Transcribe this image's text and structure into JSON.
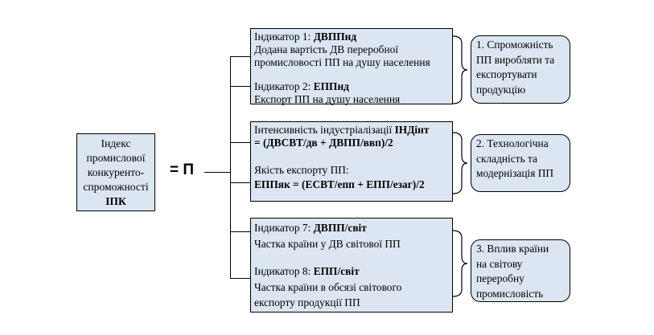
{
  "index": {
    "lines": [
      "Індекс",
      "промислової",
      "конкуренто-",
      "спроможності"
    ],
    "abbr": "ІПК"
  },
  "equals_label": "= П",
  "groups": [
    {
      "items": [
        {
          "prefix": "Індикатор 1: ",
          "code": "ДВППнд",
          "desc_lines": [
            "Додана вартість ДВ переробної",
            "промисловості ПП на душу населення"
          ]
        },
        {
          "prefix": "Індикатор 2: ",
          "code": "ЕППнд",
          "desc_lines": [
            "Експорт ПП на душу населення"
          ]
        }
      ],
      "result_lines": [
        "1. Спроможність",
        "ПП виробляти та",
        "експортувати",
        "продукцію"
      ]
    },
    {
      "items": [
        {
          "prefix": "Інтенсивність індустріалізації ",
          "code": "ІНДінт",
          "formula": "= (ДВСВТ/дв + ДВПП/ввп)/2"
        },
        {
          "prefix": "Якість експорту ПП:",
          "formula": "ЕППяк = (ЕСВТ/епп + ЕПП/езаг)/2"
        }
      ],
      "result_lines": [
        "2. Технологічна",
        "складність та",
        "модернізація ПП"
      ]
    },
    {
      "items": [
        {
          "prefix": "Індикатор 7: ",
          "code": "ДВПП/світ",
          "desc_lines": [
            "Частка країни у ДВ світової ПП"
          ]
        },
        {
          "prefix": "Індикатор 8: ",
          "code": "ЕПП/світ",
          "desc_lines": [
            "Частка країни в обсязі світового",
            "експорту продукції ПП"
          ]
        }
      ],
      "result_lines": [
        "3. Вплив країни",
        "на світову",
        "переробну",
        "промисловість"
      ]
    }
  ],
  "colors": {
    "box_fill": "#dce6f2",
    "stroke": "#000000"
  }
}
